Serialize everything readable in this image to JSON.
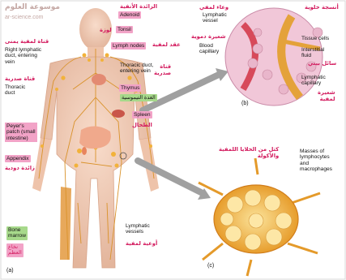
{
  "watermark": {
    "arabic": "موسوعة العلوم",
    "site": "ar-science.com"
  },
  "labels": {
    "adenoid_ar": "الزائدة الأنفية",
    "adenoid": "Adenoid",
    "tonsil_ar": "لوزة",
    "tonsil": "Tonsil",
    "lymph_nodes_ar": "عقد لمفية",
    "lymph_nodes": "Lymph nodes",
    "right_duct_ar": "قناة لمفية يمنى",
    "right_duct": "Right lymphatic\nduct, entering\nvein",
    "thoracic_entering": "Thoracic duct,\nentering vein",
    "thoracic_entering_ar": "قناة\nصدرية",
    "thoracic_duct_ar": "قناة صدرية",
    "thoracic_duct": "Thoracic\nduct",
    "thymus": "Thymus",
    "thymus_ar": "الغدة التيموسية",
    "spleen": "Spleen",
    "spleen_ar": "الطحال",
    "peyers": "Peyer's\npatch (small\nintestine)",
    "appendix": "Appendix",
    "appendix_ar": "زائدة دودية",
    "bone_marrow": "Bone\nmarrow",
    "bone_marrow_ar": "نخاع\nالعظم",
    "lymphatic_vessels": "Lymphatic\nvessels",
    "lymphatic_vessels_ar": "أوعية لمفية",
    "lymphatic_vessel_ar": "وعاء لمفي",
    "lymphatic_vessel": "Lymphatic\nvessel",
    "blood_capillary_ar": "شعيرة دموية",
    "blood_capillary": "Blood\ncapillary",
    "tissue_cells_ar": "أنسجة خلوية",
    "tissue_cells": "Tissue cells",
    "interstitial": "Interstitial\nfluid",
    "interstitial_ar": "سائل بيني",
    "lymph_capillary": "Lymphatic\ncapillary",
    "lymph_capillary_ar": "شعيرة\nلمفية",
    "masses_ar": "كتل من الخلايا اللمفية\nوالأكولة",
    "masses": "Masses of\nlymphocytes\nand\nmacrophages"
  },
  "captions": {
    "a": "(a)",
    "b": "(b)",
    "c": "(c)"
  }
}
